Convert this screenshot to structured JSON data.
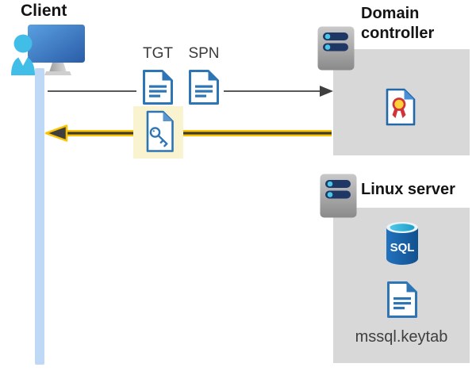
{
  "client": {
    "label": "Client"
  },
  "tickets": {
    "tgt_label": "TGT",
    "spn_label": "SPN"
  },
  "domain_controller": {
    "label_line1": "Domain",
    "label_line2": "controller"
  },
  "linux_server": {
    "label": "Linux server",
    "sql_icon_label": "SQL",
    "keytab_label": "mssql.keytab"
  },
  "colors": {
    "doc_blue": "#2E75B6",
    "highlight_yellow": "#FAF3CF",
    "arrow_yellow": "#FFC400",
    "arrow_dark": "#3F3F3F",
    "request_line_gray": "#595959",
    "box_gray": "#D8D8D8",
    "lifeline_blue": "#BFD8F5",
    "person_cyan": "#41BEE8",
    "server_pill_navy": "#1E3765",
    "server_dot_cyan": "#49C7E9",
    "cert_red": "#D13438",
    "cert_gold": "#FFD23B",
    "sql_body_blue": "#1565AE",
    "sql_top_cyan": "#2FB0D4"
  }
}
